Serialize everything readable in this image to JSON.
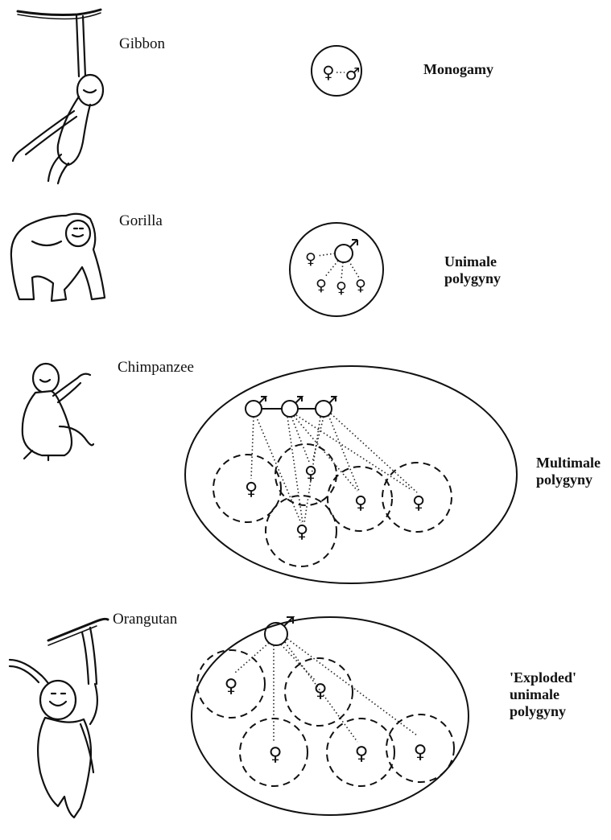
{
  "rows": [
    {
      "species": "Gibbon",
      "system": [
        "Monogamy"
      ]
    },
    {
      "species": "Gorilla",
      "system": [
        "Unimale",
        "polygyny"
      ]
    },
    {
      "species": "Chimpanzee",
      "system": [
        "Multimale",
        "polygyny"
      ]
    },
    {
      "species": "Orangutan",
      "system": [
        "'Exploded'",
        "unimale",
        "polygyny"
      ]
    }
  ],
  "symbols": {
    "female": "♀",
    "male": "♂"
  },
  "icons": [
    "gibbon-illustration",
    "gorilla-illustration",
    "chimpanzee-illustration",
    "orangutan-illustration"
  ]
}
